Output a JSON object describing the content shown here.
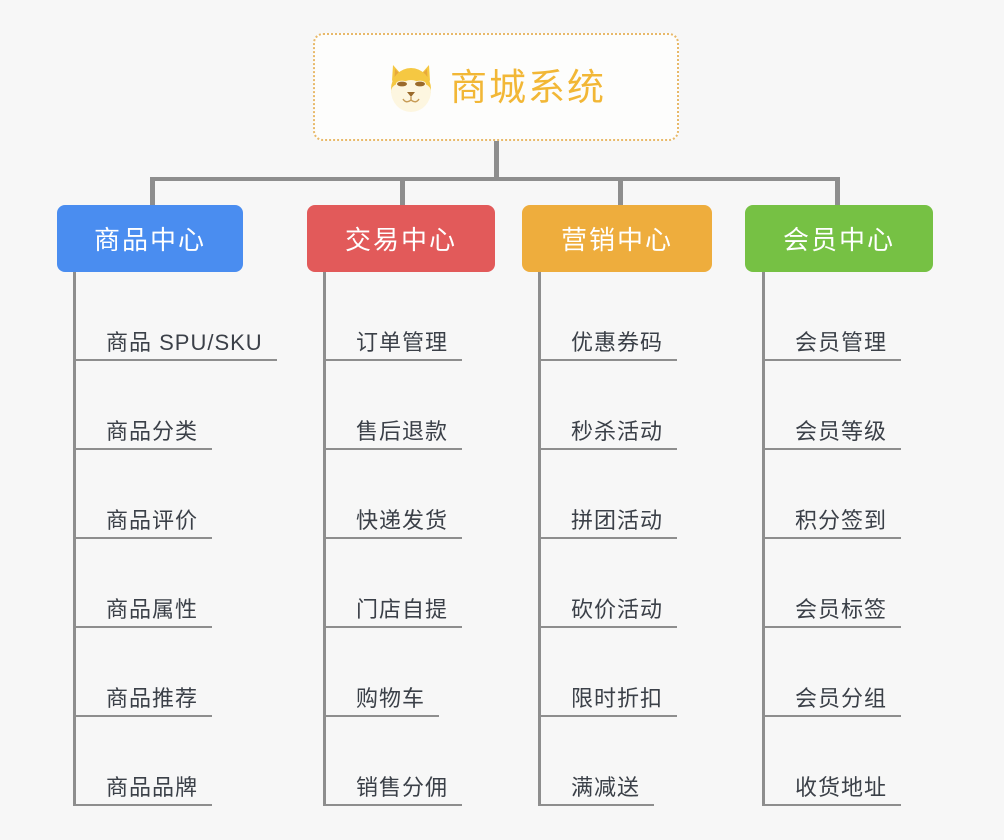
{
  "diagram": {
    "kind": "org-tree",
    "background_color": "#f7f7f7",
    "connector_color": "#8e8e8e",
    "root": {
      "title": "商城系统",
      "icon": "shiba-dog-face-icon",
      "text_color": "#f2b736",
      "border_color": "#e8b96a",
      "fill_color": "#fdfdfc"
    },
    "branches": [
      {
        "label": "商品中心",
        "color": "#4a8df0",
        "items": [
          "商品 SPU/SKU",
          "商品分类",
          "商品评价",
          "商品属性",
          "商品推荐",
          "商品品牌"
        ]
      },
      {
        "label": "交易中心",
        "color": "#e25a5a",
        "items": [
          "订单管理",
          "售后退款",
          "快递发货",
          "门店自提",
          "购物车",
          "销售分佣"
        ]
      },
      {
        "label": "营销中心",
        "color": "#eead3d",
        "items": [
          "优惠券码",
          "秒杀活动",
          "拼团活动",
          "砍价活动",
          "限时折扣",
          "满减送"
        ]
      },
      {
        "label": "会员中心",
        "color": "#76c144",
        "items": [
          "会员管理",
          "会员等级",
          "积分签到",
          "会员标签",
          "会员分组",
          "收货地址"
        ]
      }
    ]
  }
}
